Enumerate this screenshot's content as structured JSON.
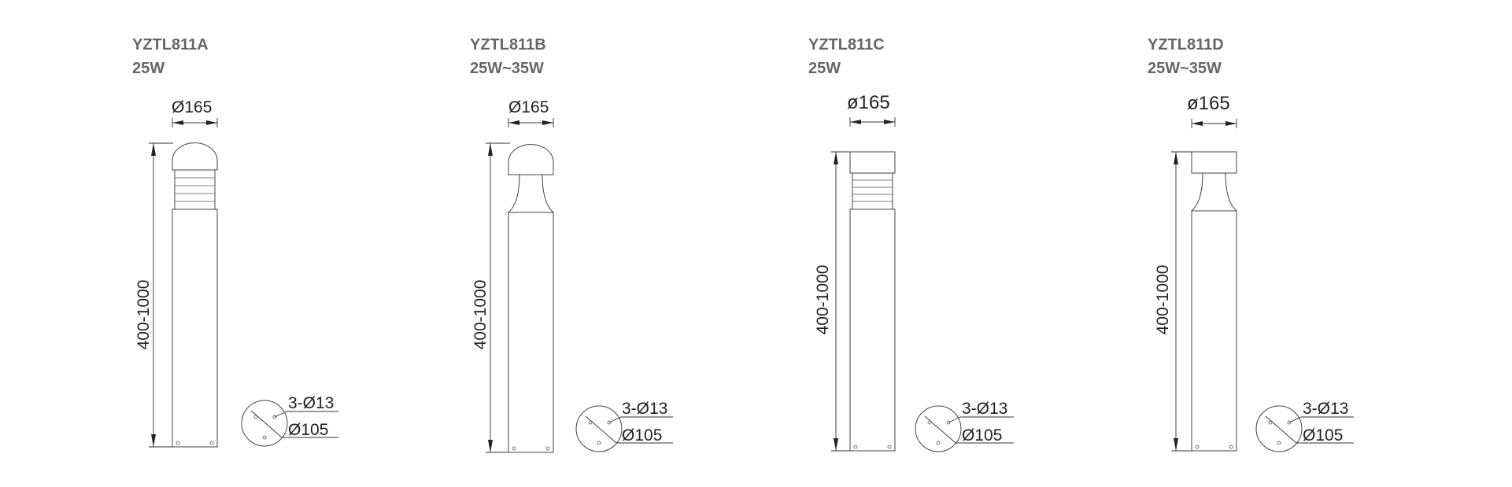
{
  "drawings": [
    {
      "model": "YZTL811A",
      "power": "25W",
      "diameter_label": "Ø165",
      "height_label": "400-1000",
      "hole_label": "3-Ø13",
      "base_label": "Ø105",
      "head_style": "dome-louvered"
    },
    {
      "model": "YZTL811B",
      "power": "25W~35W",
      "diameter_label": "Ø165",
      "height_label": "400-1000",
      "hole_label": "3-Ø13",
      "base_label": "Ø105",
      "head_style": "dome-flared"
    },
    {
      "model": "YZTL811C",
      "power": "25W",
      "diameter_label": "ø165",
      "height_label": "400-1000",
      "hole_label": "3-Ø13",
      "base_label": "Ø105",
      "head_style": "flat-louvered"
    },
    {
      "model": "YZTL811D",
      "power": "25W~35W",
      "diameter_label": "ø165",
      "height_label": "400-1000",
      "hole_label": "3-Ø13",
      "base_label": "Ø105",
      "head_style": "flat-flared"
    }
  ]
}
